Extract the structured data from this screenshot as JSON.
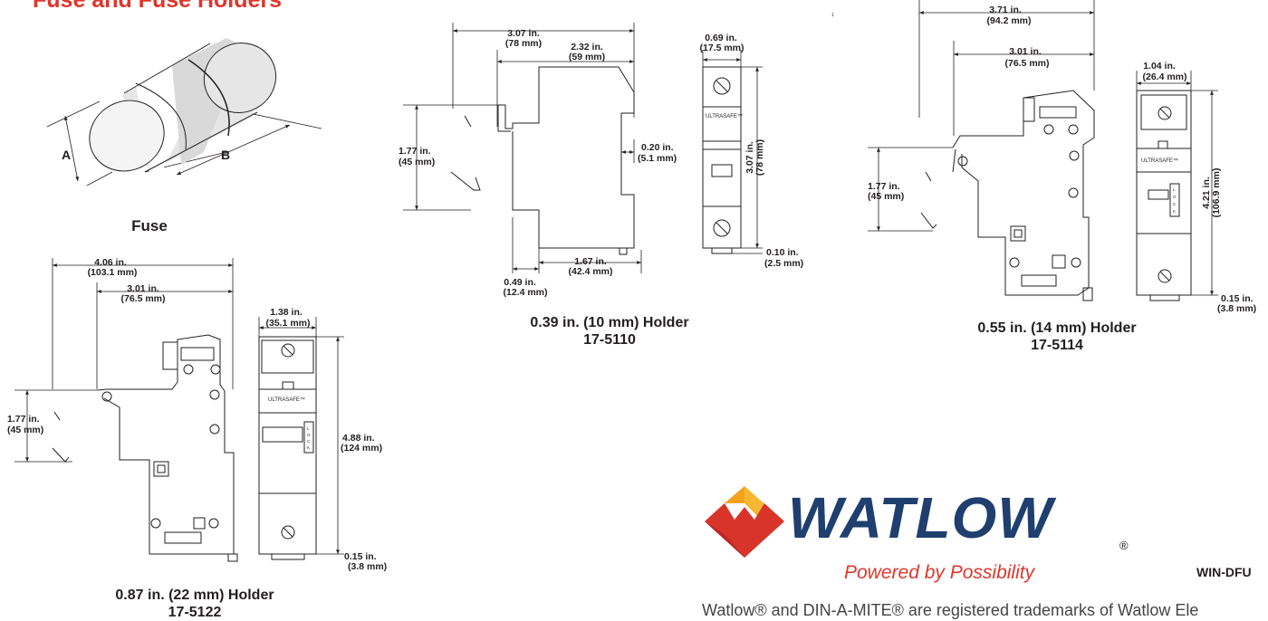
{
  "heading": "Fuse and Fuse Holders",
  "fuse": {
    "caption": "Fuse",
    "label_a": "A",
    "label_b": "B"
  },
  "ultrasafe_label": "ULTRASAFE™",
  "lock_label": [
    "L",
    "O",
    "C",
    "K"
  ],
  "holder_10": {
    "caption_line1": "0.39 in. (10 mm) Holder",
    "caption_line2": "17-5110",
    "dims": {
      "width_total": [
        "3.07 in.",
        "(78 mm)"
      ],
      "width_body": [
        "2.32 in.",
        "(59 mm)"
      ],
      "height_left": [
        "1.77 in.",
        "(45 mm)"
      ],
      "notch": [
        "0.20 in.",
        "(5.1 mm)"
      ],
      "bottom_base": [
        "1.67 in.",
        "(42.4 mm)"
      ],
      "bottom_left": [
        "0.49 in.",
        "(12.4 mm)"
      ],
      "front_width": [
        "0.69 in.",
        "(17.5 mm)"
      ],
      "front_height": [
        "3.07 in.",
        "(78 mm)"
      ],
      "front_clip": [
        "0.10 in.",
        "(2.5 mm)"
      ]
    }
  },
  "holder_14": {
    "caption_line1": "0.55 in. (14 mm) Holder",
    "caption_line2": "17-5114",
    "dims": {
      "width_total": [
        "3.71 in.",
        "(94.2 mm)"
      ],
      "width_body": [
        "3.01 in.",
        "(76.5 mm)"
      ],
      "height_left": [
        "1.77 in.",
        "(45 mm)"
      ],
      "front_width": [
        "1.04 in.",
        "(26.4 mm)"
      ],
      "front_height": [
        "4.21 in.",
        "(106.9 mm)"
      ],
      "front_clip": [
        "0.15 in.",
        "(3.8 mm)"
      ]
    }
  },
  "holder_22": {
    "caption_line1": "0.87 in. (22 mm) Holder",
    "caption_line2": "17-5122",
    "dims": {
      "width_total": [
        "4.06 in.",
        "(103.1 mm)"
      ],
      "width_body": [
        "3.01 in.",
        "(76.5 mm)"
      ],
      "height_left": [
        "1.77 in.",
        "(45 mm)"
      ],
      "front_width": [
        "1.38 in.",
        "(35.1 mm)"
      ],
      "front_height": [
        "4.88 in.",
        "(124 mm)"
      ],
      "front_clip": [
        "0.15 in.",
        "(3.8 mm)"
      ]
    }
  },
  "logo": {
    "brand": "WATLOW",
    "registered": "®",
    "tagline": "Powered by Possibility"
  },
  "doc_code": "WIN-DFU",
  "footer": "Watlow® and DIN-A-MITE® are registered trademarks of Watlow Ele",
  "stray_mark": "1",
  "colors": {
    "accent_red": "#e0352b",
    "logo_orange": "#f5a21b",
    "logo_navy": "#1f3f6e",
    "ink": "#231f20"
  }
}
